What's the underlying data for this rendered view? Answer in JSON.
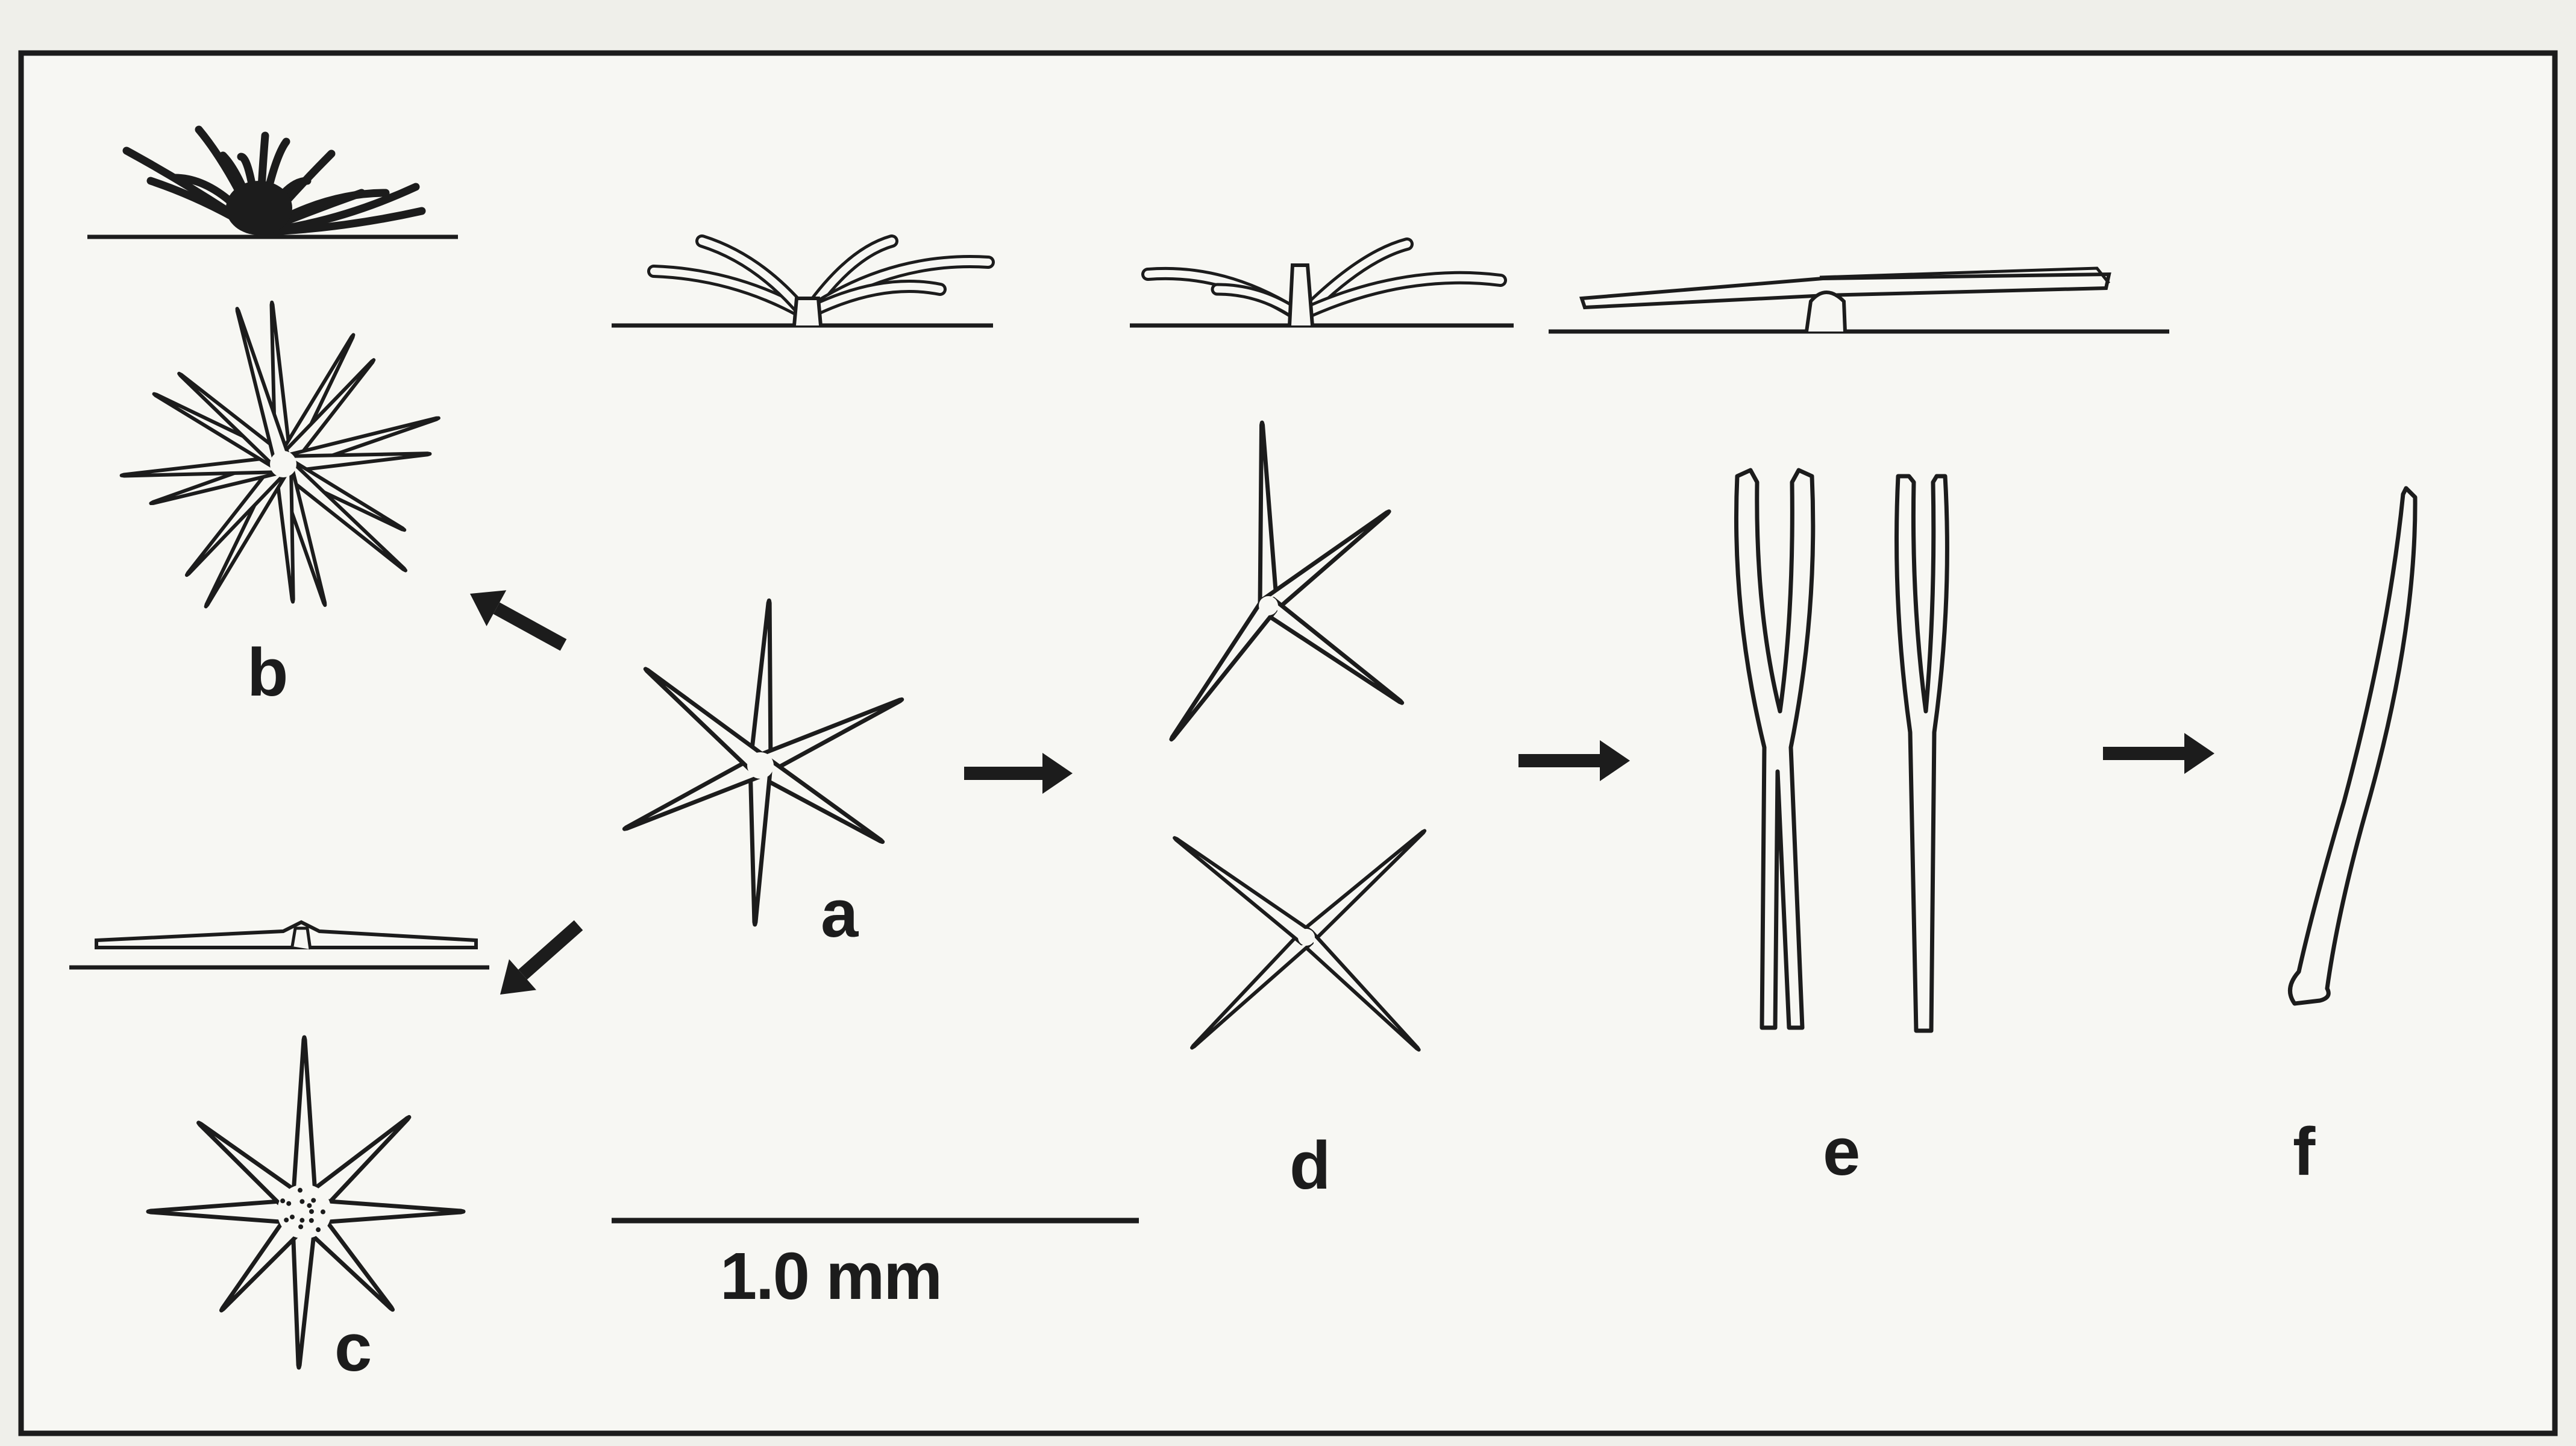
{
  "labels": {
    "a": "a",
    "b": "b",
    "c": "c",
    "d": "d",
    "e": "e",
    "f": "f"
  },
  "scale_bar": {
    "text": "1.0 mm"
  },
  "colors": {
    "ink": "#1c1c1c",
    "paper": "#efefea",
    "panel": "#f7f7f3"
  }
}
